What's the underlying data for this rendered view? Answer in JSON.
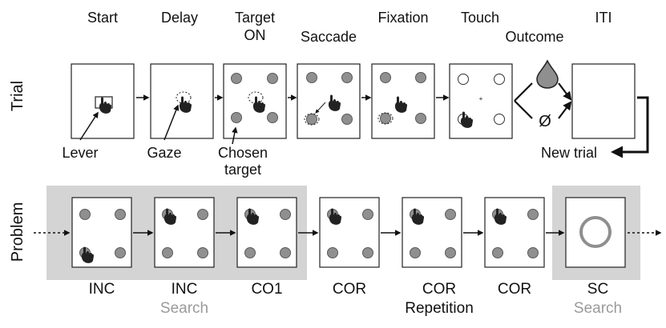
{
  "row_labels": {
    "trial": "Trial",
    "problem": "Problem"
  },
  "trial": {
    "stages": [
      {
        "lines": [
          "Start"
        ]
      },
      {
        "lines": [
          "Delay"
        ]
      },
      {
        "lines": [
          "Target",
          "ON"
        ]
      },
      {
        "lines": [
          "Saccade"
        ]
      },
      {
        "lines": [
          "Fixation"
        ]
      },
      {
        "lines": [
          "Touch"
        ]
      },
      {
        "lines": [
          "Outcome"
        ]
      },
      {
        "lines": [
          "ITI"
        ]
      }
    ],
    "annotations": {
      "lever": "Lever",
      "gaze": "Gaze",
      "chosen_target": [
        "Chosen",
        "target"
      ],
      "new_trial": "New trial",
      "no_reward_symbol": "Ø"
    }
  },
  "problem": {
    "trials": [
      {
        "label": "INC",
        "sublabel": ""
      },
      {
        "label": "INC",
        "sublabel": "Search"
      },
      {
        "label": "CO1",
        "sublabel": ""
      },
      {
        "label": "COR",
        "sublabel": ""
      },
      {
        "label": "COR",
        "sublabel": "Repetition"
      },
      {
        "label": "COR",
        "sublabel": ""
      },
      {
        "label": "SC",
        "sublabel": "Search"
      }
    ]
  },
  "colors": {
    "target": "#8f8f8f",
    "target_outline": "#5a5a5a",
    "search_background": "#d4d4d4",
    "sublabel": "#9a9a9a",
    "stroke": "#222222"
  }
}
